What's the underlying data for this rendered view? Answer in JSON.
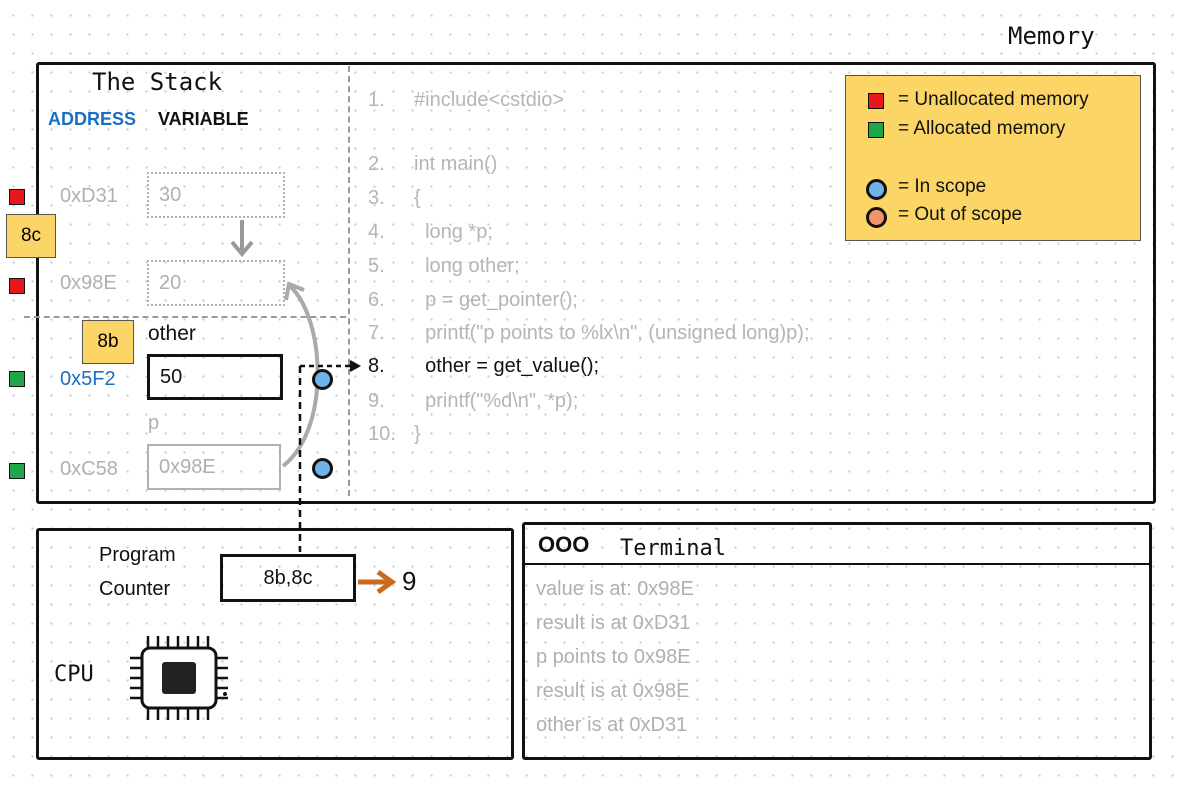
{
  "memory_title": "Memory",
  "stack": {
    "title": "The Stack",
    "col_address": "ADDRESS",
    "col_variable": "VARIABLE",
    "rows": [
      {
        "address": "0xD31",
        "value": "30",
        "state": "unallocated"
      },
      {
        "address": "0x98E",
        "value": "20",
        "state": "unallocated"
      },
      {
        "address": "0x5F2",
        "variable": "other",
        "value": "50",
        "state": "allocated"
      },
      {
        "address": "0xC58",
        "variable": "p",
        "value": "0x98E",
        "state": "allocated"
      }
    ],
    "frame_labels": {
      "upper": "8c",
      "lower": "8b"
    }
  },
  "code": {
    "lines": [
      {
        "num": "1.",
        "text": "#include<cstdio>"
      },
      {
        "num": "2.",
        "text": "int main()"
      },
      {
        "num": "3.",
        "text": "{"
      },
      {
        "num": "4.",
        "text": "  long *p;"
      },
      {
        "num": "5.",
        "text": "  long other;"
      },
      {
        "num": "6.",
        "text": "  p = get_pointer();"
      },
      {
        "num": "7.",
        "text": "  printf(\"p points to %lx\\n\", (unsigned long)p);"
      },
      {
        "num": "8.",
        "text": "  other = get_value();"
      },
      {
        "num": "9.",
        "text": "  printf(\"%d\\n\", *p);"
      },
      {
        "num": "10.",
        "text": "}"
      }
    ],
    "active_line": "8."
  },
  "legend": {
    "unallocated": "= Unallocated memory",
    "allocated": "= Allocated memory",
    "in_scope": "= In scope",
    "out_of_scope": "= Out of scope",
    "colors": {
      "unallocated": "#e8171b",
      "allocated": "#1fa64a",
      "in_scope": "#6fb3e8",
      "out_of_scope": "#f0956a",
      "sticky": "#fbd667",
      "address_blue": "#1a6fc2",
      "arrow_orange": "#c96a1f"
    }
  },
  "cpu": {
    "pc_label_1": "Program",
    "pc_label_2": "Counter",
    "pc_value": "8b,8c",
    "next_value": "9",
    "cpu_label": "CPU"
  },
  "terminal": {
    "title_dots": "OOO",
    "title": "Terminal",
    "lines": [
      "value is at: 0x98E",
      "result is at 0xD31",
      "p points to 0x98E",
      "result is at 0x98E",
      "other is at 0xD31"
    ]
  }
}
